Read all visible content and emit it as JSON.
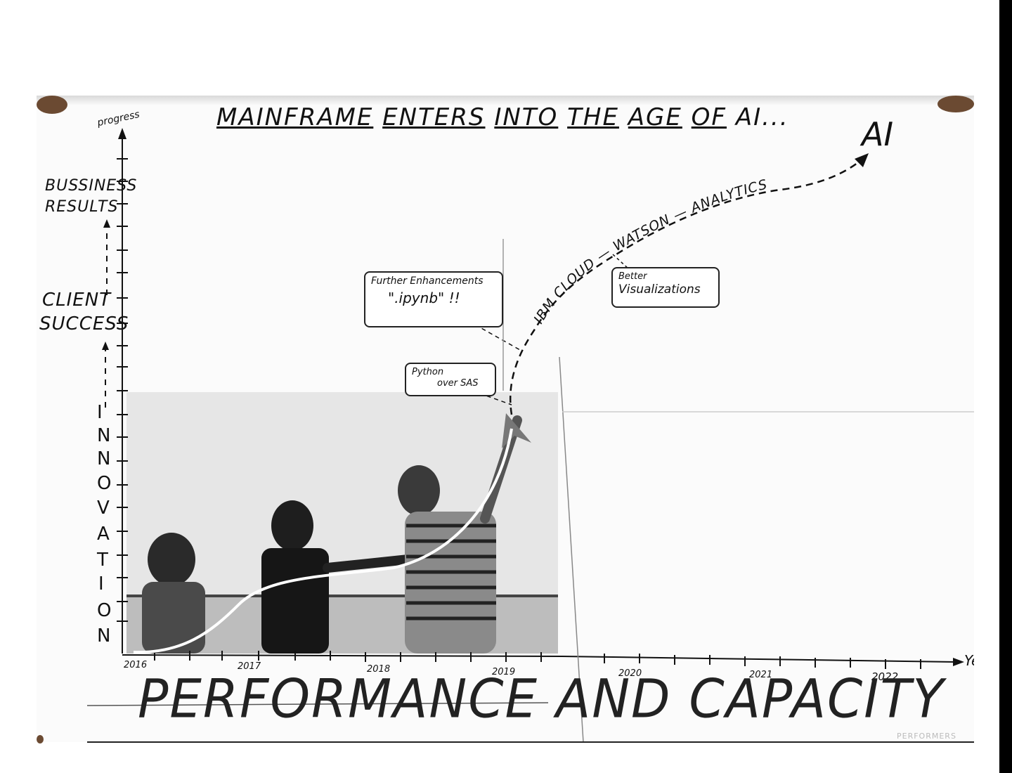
{
  "title": {
    "words": [
      "MAINFRAME",
      "ENTERS",
      "INTO",
      "THE",
      "AGE",
      "OF",
      "AI..."
    ]
  },
  "goal_label": "AI",
  "y_axis": {
    "label": "progress",
    "levels": [
      "BUSSINESS",
      "RESULTS",
      "CLIENT",
      "SUCCESS"
    ],
    "innovation_letters": [
      "I",
      "N",
      "N",
      "O",
      "V",
      "A",
      "T",
      "I",
      "O",
      "N"
    ]
  },
  "x_axis": {
    "label": "Ye",
    "years": [
      "2016",
      "2017",
      "2018",
      "2019",
      "2020",
      "2021",
      "2022"
    ]
  },
  "curve_label": "IBM CLOUD — WATSON — ANALYTICS",
  "callouts": {
    "further_line1": "Further Enhancements",
    "further_line2": "\".ipynb\" !!",
    "python_line1": "Python",
    "python_line2": "over SAS",
    "better_line1": "Better",
    "better_line2": "Visualizations"
  },
  "bottom_title": "PERFORMANCE AND CAPACITY",
  "footer_mark": "PERFORMERS",
  "colors": {
    "ink": "#111111",
    "paper": "#fbfbfb",
    "frame": "#000000"
  }
}
